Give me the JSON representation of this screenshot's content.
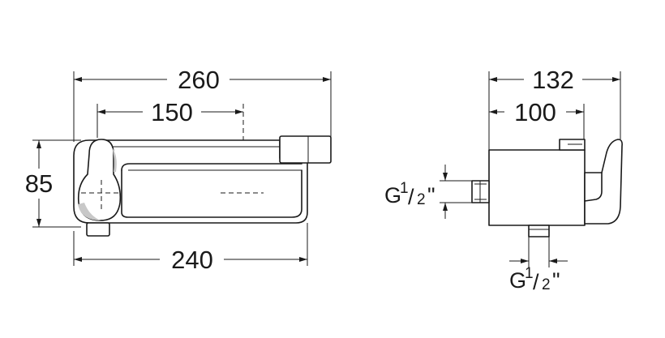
{
  "front_view": {
    "dim_overall_width": "260",
    "dim_center_to_outlet": "150",
    "dim_height": "85",
    "dim_base_length": "240"
  },
  "side_view": {
    "dim_overall_depth": "132",
    "dim_body_depth": "100",
    "inlet_thread": {
      "prefix": "G",
      "num": "1",
      "slash": "/",
      "den": "2",
      "mark": "\""
    },
    "outlet_thread": {
      "prefix": "G",
      "num": "1",
      "slash": "/",
      "den": "2",
      "mark": "\""
    }
  }
}
